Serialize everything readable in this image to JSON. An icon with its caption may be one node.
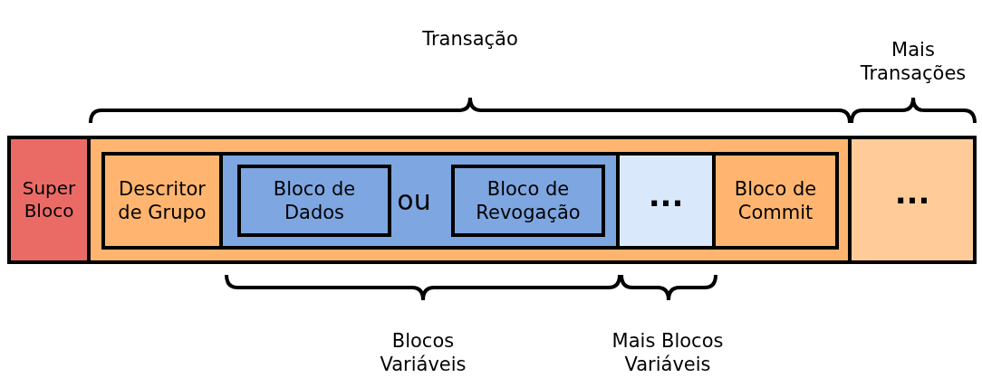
{
  "diagram": {
    "nodes": [
      {
        "text": [],
        "shape": "box"
      },
      {
        "text": [
          "Super Bloco"
        ],
        "in": 0
      },
      {
        "text": [],
        "shape": "box",
        "in": 0
      },
      {
        "text": [
          "Descritor de Grupo"
        ],
        "in": 2
      },
      {
        "text": [
          "ou"
        ],
        "in": 2
      },
      {
        "text": [
          "Bloco de Dados"
        ],
        "in": 4
      },
      {
        "text": [
          "Bloco de Revogação"
        ],
        "in": 4
      },
      {
        "text": [
          "..."
        ],
        "in": 2
      },
      {
        "text": [
          "Bloco de Commit"
        ],
        "in": 2
      },
      {
        "text": [
          "..."
        ],
        "in": 0
      }
    ],
    "edges": [],
    "labels": [
      "Transação",
      "Mais Transações",
      "Blocos Variáveis",
      "Mais Blocos Variáveis"
    ]
  }
}
